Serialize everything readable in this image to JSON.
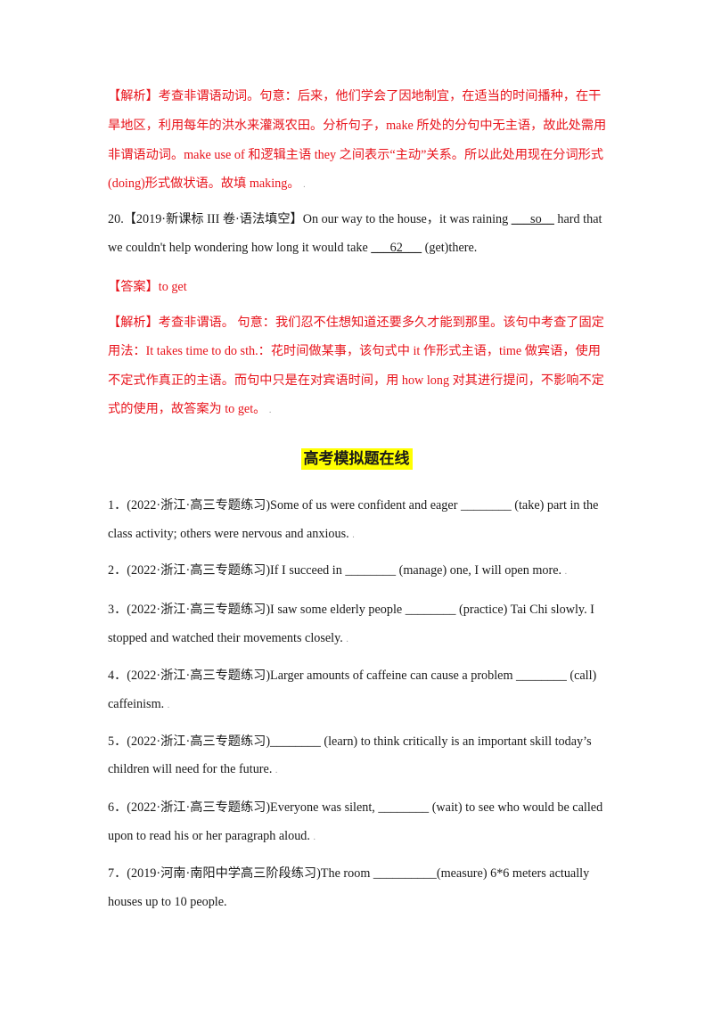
{
  "answer19_analysis": {
    "l1": "【解析】考查非谓语动词。句意：后来，他们学会了因地制宜，在适当的时间播种，在干",
    "l2": "旱地区，利用每年的洪水来灌溉农田。分析句子，make 所处的分句中无主语，故此处需用",
    "l3": "非谓语动词。make use of 和逻辑主语 they 之间表示“主动”关系。所以此处用现在分词形式",
    "l4": "(doing)形式做状语。故填 making。"
  },
  "q20": {
    "l1_a": "20.【2019·新课标 III 卷·语法填空】On our way to the house，it was raining ",
    "l1_blank": "___so__",
    "l1_b": " hard that",
    "l2_a": "we couldn't help wondering how long it would take ",
    "l2_blank": "___62___",
    "l2_b": " (get)there."
  },
  "answer20": "【答案】to get",
  "analysis20": {
    "l1": "【解析】考查非谓语。 句意：我们忍不住想知道还要多久才能到那里。该句中考查了固定",
    "l2": "用法：It takes time to do sth.：花时间做某事，该句式中 it 作形式主语，time 做宾语，使用",
    "l3": "不定式作真正的主语。而句中只是在对宾语时间，用 how long 对其进行提问，不影响不定",
    "l4": "式的使用，故答案为 to get。"
  },
  "section_title": "高考模拟题在线",
  "questions": {
    "q1_l1": "1．(2022·浙江·高三专题练习)Some of us were confident and eager ________ (take) part in the",
    "q1_l2": "class activity; others were nervous and anxious.",
    "q2_l1": "2．(2022·浙江·高三专题练习)If I succeed in ________ (manage) one, I will open more.",
    "q3_l1": "3．(2022·浙江·高三专题练习)I saw some elderly people ________ (practice) Tai Chi slowly. I",
    "q3_l2": "stopped and watched their movements closely.",
    "q4_l1": "4．(2022·浙江·高三专题练习)Larger amounts of caffeine can cause a problem ________ (call)",
    "q4_l2": "caffeinism.",
    "q5_l1": "5．(2022·浙江·高三专题练习)________ (learn) to think critically is an important skill today’s",
    "q5_l2": "children will need for the future.",
    "q6_l1": "6．(2022·浙江·高三专题练习)Everyone was silent, ________ (wait) to see who would be called",
    "q6_l2": "upon to read his or her paragraph aloud.",
    "q7_l1": "7．(2019·河南·南阳中学高三阶段练习)The room __________(measure) 6*6 meters actually",
    "q7_l2": "houses up to 10 people."
  }
}
